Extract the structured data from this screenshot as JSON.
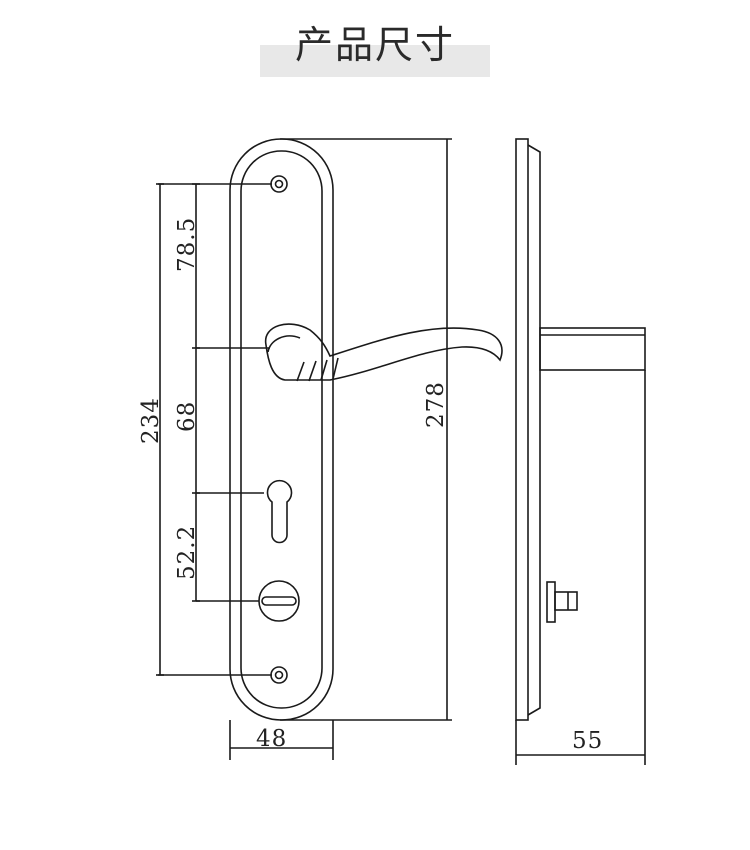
{
  "title": "产品尺寸",
  "dimensions": {
    "d_78_5": "78.5",
    "d_68": "68",
    "d_52_2": "52.2",
    "d_234": "234",
    "d_278": "278",
    "d_48": "48",
    "d_55": "55"
  },
  "colors": {
    "line": "#1a1a1a",
    "band": "#e8e8e8"
  }
}
